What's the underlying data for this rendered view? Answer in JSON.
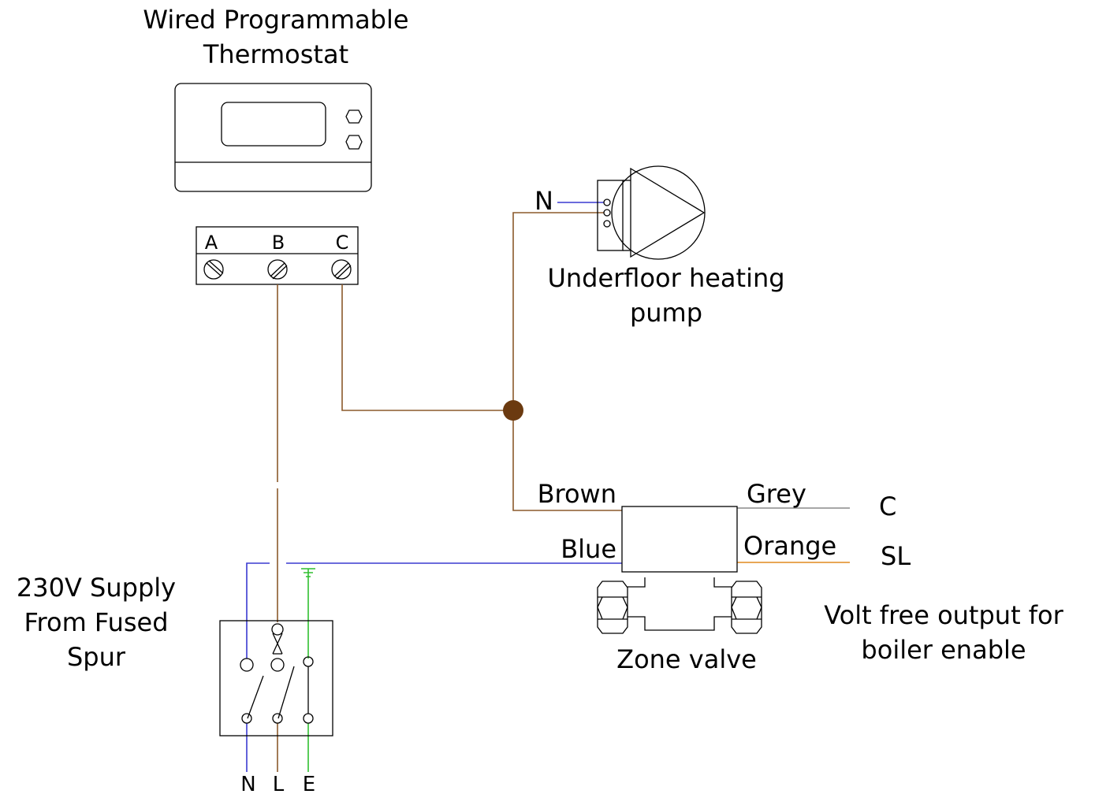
{
  "thermostat": {
    "title_line1": "Wired Programmable",
    "title_line2": "Thermostat",
    "terminals": [
      "A",
      "B",
      "C"
    ]
  },
  "pump": {
    "terminal_label": "N",
    "label_line1": "Underfloor heating",
    "label_line2": "pump"
  },
  "zone_valve": {
    "label": "Zone valve",
    "wires": {
      "brown": "Brown",
      "blue": "Blue",
      "grey": "Grey",
      "orange": "Orange"
    },
    "outputs": {
      "c": "C",
      "sl": "SL"
    },
    "note_line1": "Volt free output for",
    "note_line2": "boiler enable"
  },
  "supply": {
    "label_line1": "230V Supply",
    "label_line2": "From Fused",
    "label_line3": "Spur",
    "terminals": [
      "N",
      "L",
      "E"
    ]
  },
  "colors": {
    "brown": "#8b5a2b",
    "blue": "#3a3ad0",
    "green": "#2fbf2f",
    "grey": "#8a8a8a",
    "orange": "#e08a1e",
    "junction": "#6b3a10"
  }
}
